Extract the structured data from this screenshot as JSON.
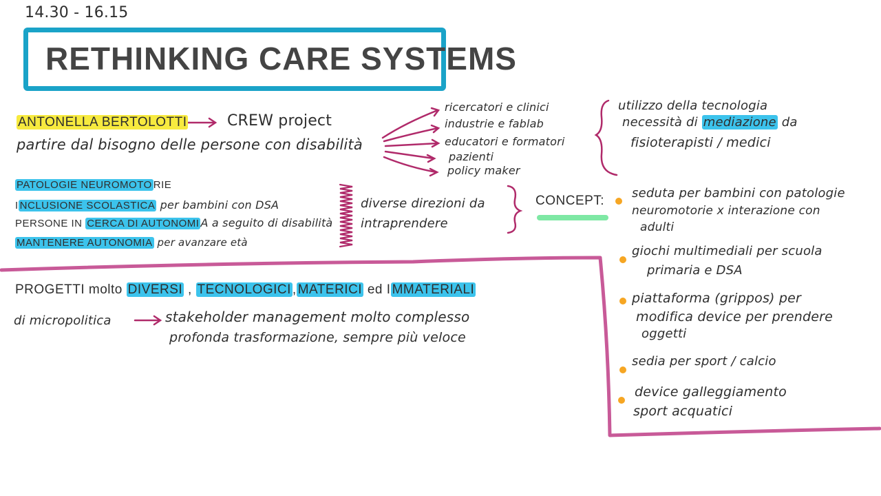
{
  "time": "14.30 - 16.15",
  "title": "RETHINKING CARE SYSTEMS",
  "speaker": {
    "name": "ANTONELLA BERTOLOTTI",
    "project": "CREW project",
    "start_need": "partire dal bisogno delle persone con disabilità"
  },
  "stakeholders": [
    "ricercatori e clinici",
    "industrie e fablab",
    "educatori e formatori",
    "pazienti",
    "policy maker"
  ],
  "tech_note": {
    "line1": "utilizzo della tecnologia",
    "line2_pre": "necessità di",
    "line2_hl": "mediazione",
    "line2_post": "da",
    "line3": "fisioterapisti / medici"
  },
  "topics": [
    {
      "hl": "PATOLOGIE NEUROMOTO",
      "rest": "RIE"
    },
    {
      "pre": "I",
      "hl": "NCLUSIONE SCOLASTICA",
      "rest": " per bambini con DSA"
    },
    {
      "pre": "PERSONE IN ",
      "hl": "CERCA DI AUTONOMI",
      "rest": "A a seguito di disabilità"
    },
    {
      "hl": "MANTENERE AUTONOMIA",
      "rest": " per avanzare età"
    }
  ],
  "directions": {
    "line1": "diverse direzioni da",
    "line2": "intraprendere"
  },
  "concept": {
    "label": "CONCEPT:",
    "items": [
      {
        "line1": "seduta per bambini con patologie",
        "line2": "neuromotorie x interazione con",
        "line3": "adulti"
      },
      {
        "line1": "giochi multimediali per scuola",
        "line2": "primaria e DSA"
      },
      {
        "line1": "piattaforma (grippos) per",
        "line2": "modifica device per prendere",
        "line3": "oggetti"
      },
      {
        "line1": "sedia per sport / calcio"
      },
      {
        "line1": "device galleggiamento",
        "line2": "sport acquatici"
      }
    ]
  },
  "projects": {
    "pre": "PROGETTI molto",
    "hl1": "DIVERSI",
    "sep1": " ,",
    "hl2": "TECNOLOGICI",
    "sep2": ",",
    "hl3": "MATERICI",
    "mid": " ed I",
    "hl4": "MMATERIALI"
  },
  "micro": {
    "label": "di micropolitica",
    "line1": "stakeholder management molto complesso",
    "line2": "profonda trasformazione, sempre più veloce"
  },
  "colors": {
    "cyan": "#3cc3ec",
    "yellow": "#f7ea3f",
    "magenta": "#b02a6a",
    "pink": "#c85a98",
    "green": "#7ee8a4",
    "orange": "#f6a623",
    "border": "#1aa3c8"
  }
}
